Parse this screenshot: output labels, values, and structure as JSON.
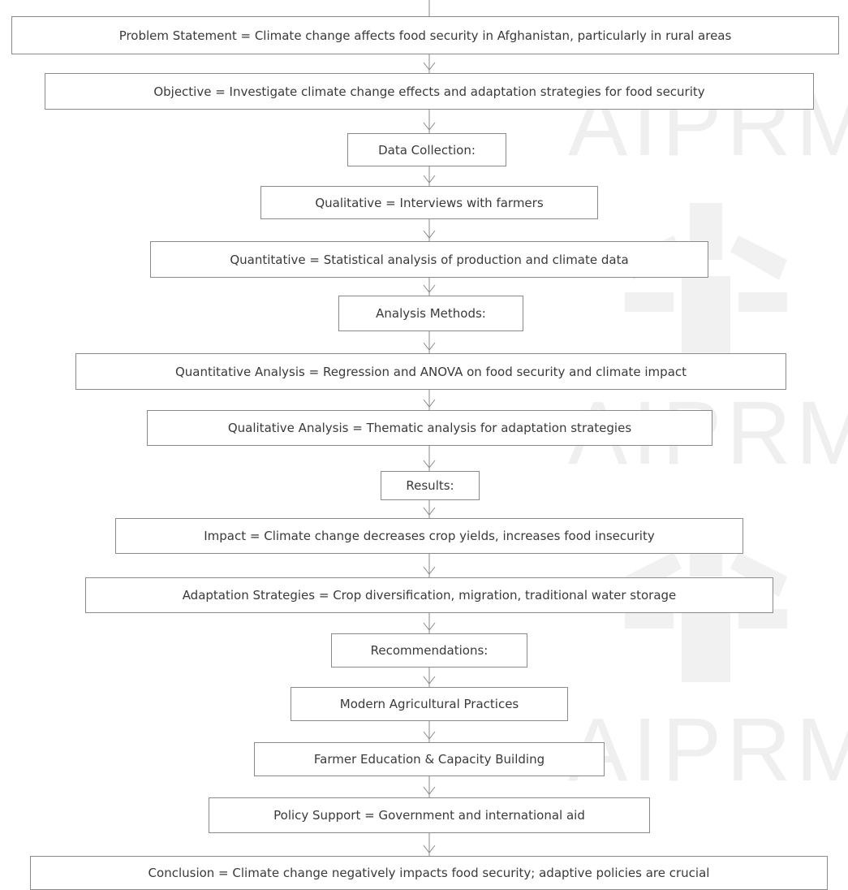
{
  "watermark": {
    "text": "AIPRM",
    "color": "#efefef"
  },
  "diagram": {
    "line_color": "#8a8a8a",
    "nodes": [
      {
        "id": "problem-statement",
        "label": "Problem Statement = Climate change affects food security in Afghanistan, particularly in rural areas"
      },
      {
        "id": "objective",
        "label": "Objective = Investigate climate change effects and adaptation strategies for food security"
      },
      {
        "id": "data-collection",
        "label": "Data Collection:"
      },
      {
        "id": "qualitative",
        "label": "Qualitative = Interviews with farmers"
      },
      {
        "id": "quantitative",
        "label": "Quantitative = Statistical analysis of production and climate data"
      },
      {
        "id": "analysis-methods",
        "label": "Analysis Methods:"
      },
      {
        "id": "quantitative-analysis",
        "label": "Quantitative Analysis = Regression and ANOVA on food security and climate impact"
      },
      {
        "id": "qualitative-analysis",
        "label": "Qualitative Analysis = Thematic analysis for adaptation strategies"
      },
      {
        "id": "results",
        "label": "Results:"
      },
      {
        "id": "impact",
        "label": "Impact = Climate change decreases crop yields, increases food insecurity"
      },
      {
        "id": "adaptation-strategies",
        "label": "Adaptation Strategies = Crop diversification, migration, traditional water storage"
      },
      {
        "id": "recommendations",
        "label": "Recommendations:"
      },
      {
        "id": "modern-agricultural-practices",
        "label": "Modern Agricultural Practices"
      },
      {
        "id": "farmer-education",
        "label": "Farmer Education & Capacity Building"
      },
      {
        "id": "policy-support",
        "label": "Policy Support = Government and international aid"
      },
      {
        "id": "conclusion",
        "label": "Conclusion = Climate change negatively impacts food security; adaptive policies are crucial"
      }
    ]
  }
}
